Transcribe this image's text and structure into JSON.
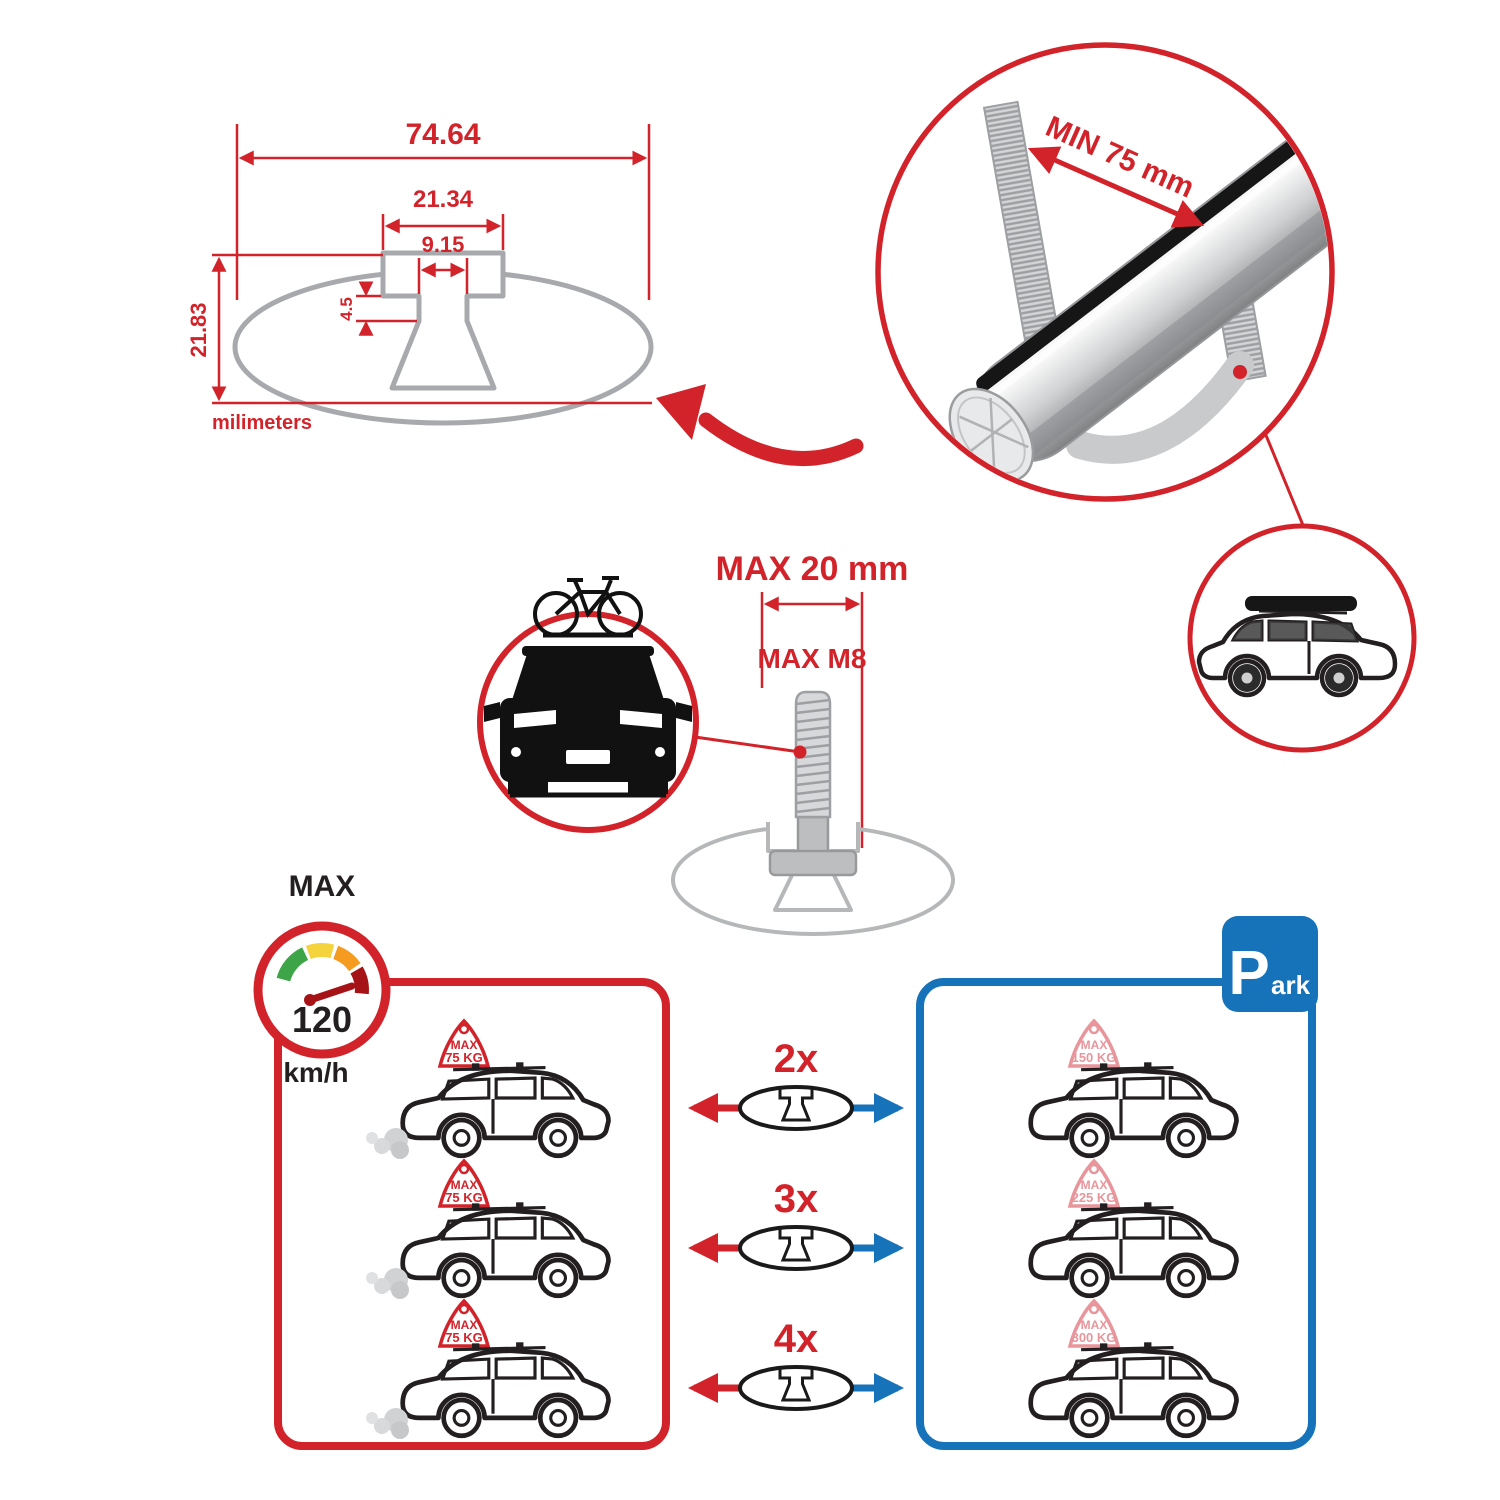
{
  "colors": {
    "red": "#d2232a",
    "blue": "#1672b9",
    "gray": "#a7a9ac",
    "pink": "#e8959b",
    "black": "#231f20"
  },
  "profile_drawing": {
    "total_width_mm": "74.64",
    "slot_outer_mm": "21.34",
    "slot_inner_mm": "9.15",
    "lip_height_mm": "4.5",
    "total_height_mm": "21.83",
    "units": "milimeters"
  },
  "clamp_detail": {
    "min_span": "MIN 75 mm"
  },
  "bolt_detail": {
    "max_width": "MAX 20 mm",
    "max_thread": "MAX M8"
  },
  "speed_gauge": {
    "label": "MAX",
    "value": "120",
    "units": "km/h"
  },
  "fitment": {
    "quantities": [
      "2x",
      "3x",
      "4x"
    ]
  },
  "driving_zone": {
    "cars": [
      {
        "tag_label": "MAX",
        "tag_weight": "75 KG"
      },
      {
        "tag_label": "MAX",
        "tag_weight": "75 KG"
      },
      {
        "tag_label": "MAX",
        "tag_weight": "75 KG"
      }
    ]
  },
  "parking_zone": {
    "sign_initial": "P",
    "sign_rest": "ark",
    "cars": [
      {
        "tag_label": "MAX",
        "tag_weight": "150 KG"
      },
      {
        "tag_label": "MAX",
        "tag_weight": "225 KG"
      },
      {
        "tag_label": "MAX",
        "tag_weight": "300 KG"
      }
    ]
  }
}
